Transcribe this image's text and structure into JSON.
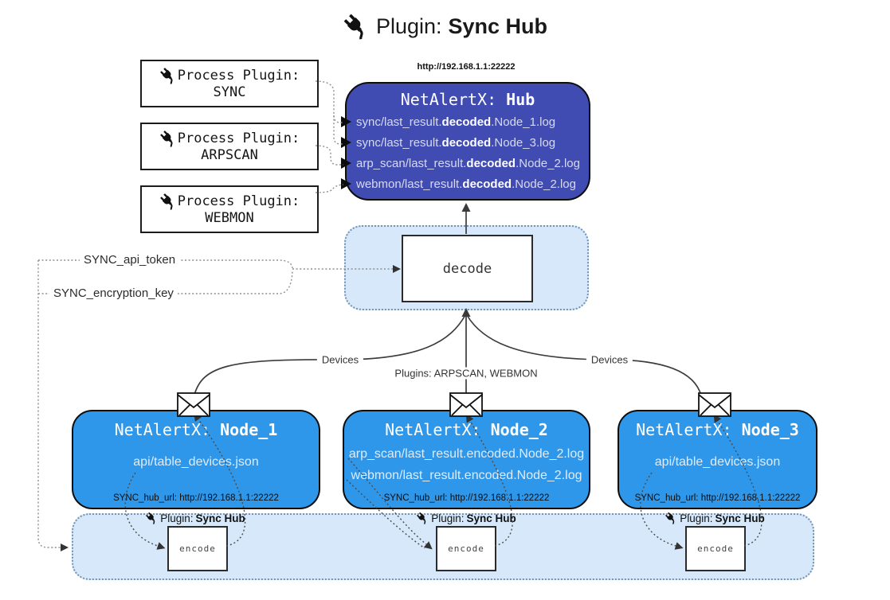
{
  "title": {
    "icon": "plug-icon",
    "prefix": "Plugin:",
    "bold": "Sync Hub"
  },
  "process_plugins": [
    {
      "icon": "plug-icon",
      "label": "Process Plugin:",
      "name": "SYNC"
    },
    {
      "icon": "plug-icon",
      "label": "Process Plugin:",
      "name": "ARPSCAN"
    },
    {
      "icon": "plug-icon",
      "label": "Process Plugin:",
      "name": "WEBMON"
    }
  ],
  "hub": {
    "url": "http://192.168.1.1:22222",
    "title_prefix": "NetAlertX: ",
    "title_bold": "Hub",
    "lines": [
      {
        "pre": "sync/last_result.",
        "bold": "decoded",
        "post": ".Node_1.log"
      },
      {
        "pre": "sync/last_result.",
        "bold": "decoded",
        "post": ".Node_3.log"
      },
      {
        "pre": "arp_scan/last_result.",
        "bold": "decoded",
        "post": ".Node_2.log"
      },
      {
        "pre": "webmon/last_result.",
        "bold": "decoded",
        "post": ".Node_2.log"
      }
    ]
  },
  "decode_label": "decode",
  "config": {
    "api_token": "SYNC_api_token",
    "encryption_key": "SYNC_encryption_key"
  },
  "edge_labels": {
    "left": "Devices",
    "middle": "Plugins: ARPSCAN, WEBMON",
    "right": "Devices"
  },
  "nodes": [
    {
      "title_prefix": "NetAlertX: ",
      "title_bold": "Node_1",
      "files": [
        "api/table_devices.json"
      ],
      "hub_url": "SYNC_hub_url: http://192.168.1.1:22222"
    },
    {
      "title_prefix": "NetAlertX: ",
      "title_bold": "Node_2",
      "files": [
        "arp_scan/last_result.encoded.Node_2.log",
        "webmon/last_result.encoded.Node_2.log"
      ],
      "hub_url": "SYNC_hub_url: http://192.168.1.1:22222"
    },
    {
      "title_prefix": "NetAlertX: ",
      "title_bold": "Node_3",
      "files": [
        "api/table_devices.json"
      ],
      "hub_url": "SYNC_hub_url: http://192.168.1.1:22222"
    }
  ],
  "encoders": [
    {
      "icon": "plug-icon",
      "prefix": "Plugin:",
      "bold": "Sync Hub",
      "box_label": "encode"
    },
    {
      "icon": "plug-icon",
      "prefix": "Plugin:",
      "bold": "Sync Hub",
      "box_label": "encode"
    },
    {
      "icon": "plug-icon",
      "prefix": "Plugin:",
      "bold": "Sync Hub",
      "box_label": "encode"
    }
  ],
  "icons": {
    "envelope": "envelope-icon",
    "plug": "plug-icon"
  },
  "colors": {
    "hub_bg": "#414CB2",
    "node_bg": "#2F97EA",
    "band_bg": "#D6E8F9",
    "line": "#3c3c3c"
  }
}
